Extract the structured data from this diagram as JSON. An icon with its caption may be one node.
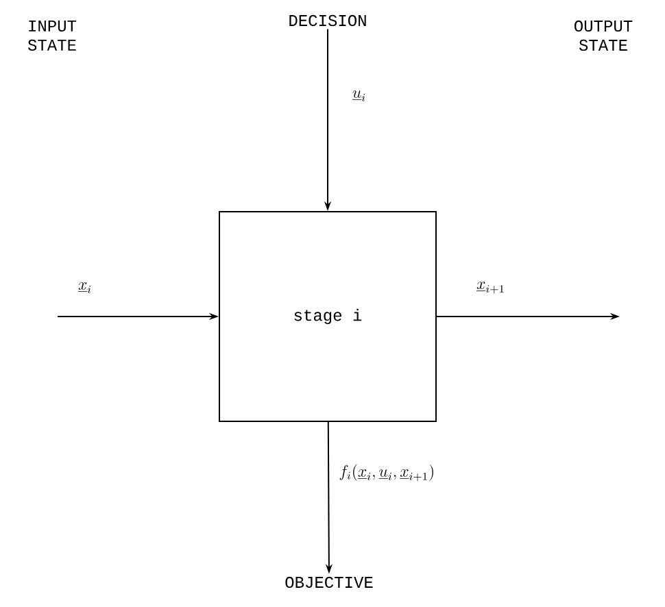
{
  "diagram": {
    "nodes": [
      {
        "text": [
          "DECISION"
        ]
      },
      {
        "text": [
          "stage i"
        ]
      },
      {
        "text": [
          "OBJECTIVE"
        ]
      }
    ],
    "edges": [
      {
        "from": null,
        "to": 1,
        "arrow": "to",
        "label": "\\underline{x}_i"
      },
      {
        "from": 0,
        "to": 1,
        "arrow": "to",
        "label": "\\underline{u}_i"
      },
      {
        "from": 1,
        "to": null,
        "arrow": "to",
        "label": "\\underline{x}_{i+1}"
      },
      {
        "from": 1,
        "to": 2,
        "arrow": "to",
        "label": "f_i(\\underline{x}_i,\\underline{u}_i,\\underline{x}_{i+1})"
      }
    ],
    "labels": [
      "INPUT STATE",
      "OUTPUT STATE"
    ]
  }
}
